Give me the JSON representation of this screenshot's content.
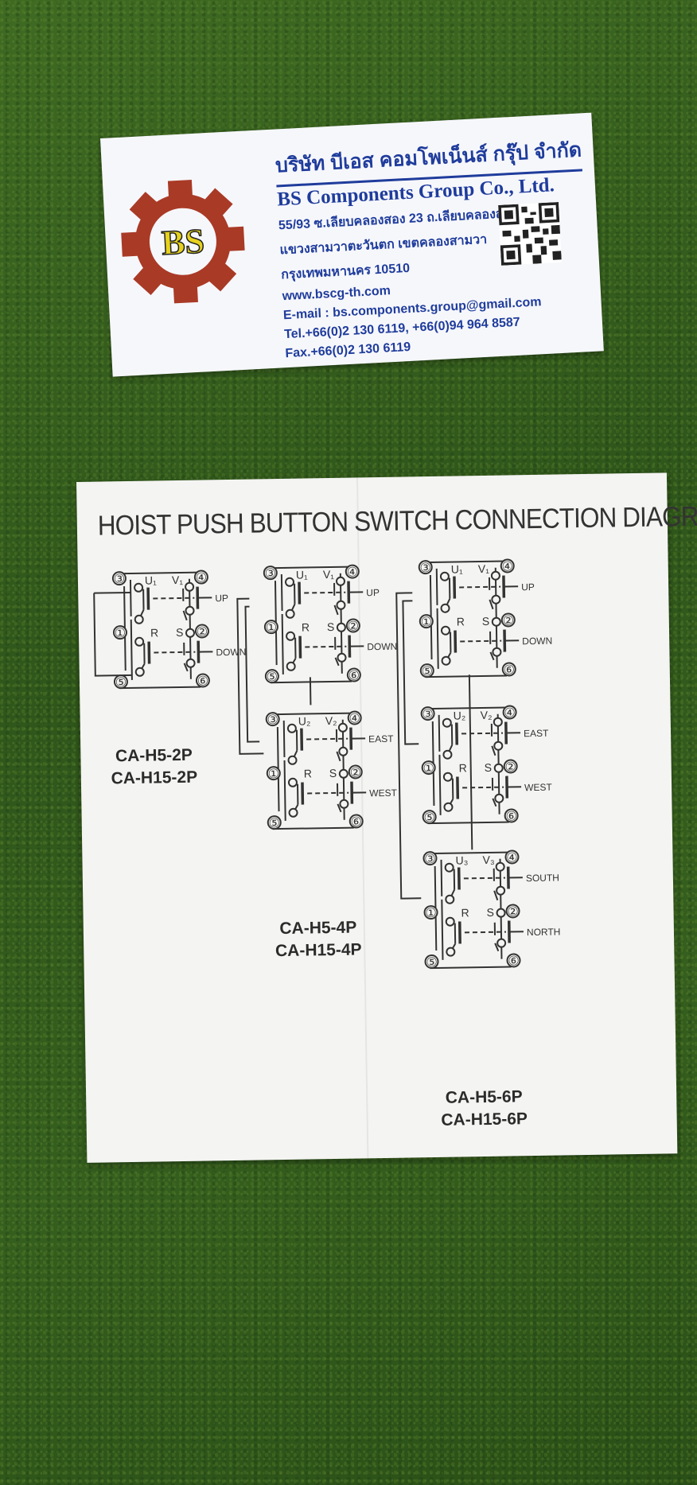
{
  "business_card": {
    "company_thai": "บริษัท บีเอส คอมโพเน็นส์ กรุ๊ป จำกัด",
    "company_en": "BS Components Group Co., Ltd.",
    "logo_text": "BS",
    "address_line1": "55/93 ซ.เลียบคลองสอง 23 ถ.เลียบคลองสอง",
    "address_line2": "แขวงสามวาตะวันตก เขตคลองสามวา",
    "address_line3": "กรุงเทพมหานคร 10510",
    "website": "www.bscg-th.com",
    "email": "E-mail : bs.components.group@gmail.com",
    "tel": "Tel.+66(0)2 130 6119, +66(0)94 964 8587",
    "fax": "Fax.+66(0)2 130 6119",
    "colors": {
      "gear": "#a93a26",
      "text": "#1f3c9c",
      "logo_letters": "#e6d21c"
    },
    "icons": [
      "gear-logo-icon",
      "qr-code-icon"
    ]
  },
  "sheet": {
    "title": "HOIST PUSH BUTTON SWITCH CONNECTION DIAGRAM",
    "terminals": {
      "t1": "①",
      "t2": "②",
      "t3": "③",
      "t4": "④",
      "t5": "⑤",
      "t6": "⑥"
    },
    "contact_labels": {
      "r": "R",
      "s": "S"
    },
    "modules": {
      "m1": {
        "u": "U₁",
        "v": "V₁",
        "top": "UP",
        "bottom": "DOWN"
      },
      "m2": {
        "u": "U₂",
        "v": "V₂",
        "top": "EAST",
        "bottom": "WEST"
      },
      "m3": {
        "u": "U₃",
        "v": "V₃",
        "top": "SOUTH",
        "bottom": "NORTH"
      }
    },
    "models": {
      "p2": {
        "line1": "CA-H5-2P",
        "line2": "CA-H15-2P"
      },
      "p4": {
        "line1": "CA-H5-4P",
        "line2": "CA-H15-4P"
      },
      "p6": {
        "line1": "CA-H5-6P",
        "line2": "CA-H15-6P"
      }
    }
  }
}
